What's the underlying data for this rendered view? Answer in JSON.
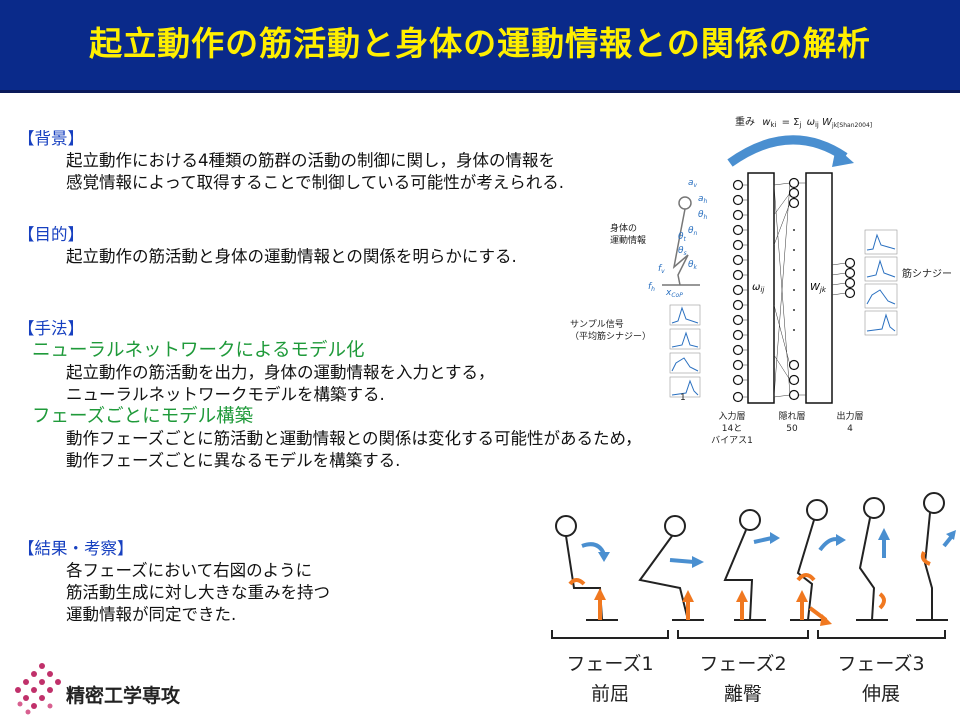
{
  "title": "起立動作の筋活動と身体の運動情報との関係の解析",
  "background": {
    "heading": "【背景】",
    "lines": [
      "起立動作における4種類の筋群の活動の制御に関し，身体の情報を",
      "感覚情報によって取得することで制御している可能性が考えられる."
    ]
  },
  "purpose": {
    "heading": "【目的】",
    "lines": [
      "起立動作の筋活動と身体の運動情報との関係を明らかにする."
    ]
  },
  "method": {
    "heading": "【手法】",
    "sub1": "ニューラルネットワークによるモデル化",
    "sub1_lines": [
      "起立動作の筋活動を出力，身体の運動情報を入力とする，",
      "ニューラルネットワークモデルを構築する."
    ],
    "sub2": "フェーズごとにモデル構築",
    "sub2_lines": [
      "動作フェーズごとに筋活動と運動情報との関係は変化する可能性があるため，",
      "動作フェーズごとに異なるモデルを構築する."
    ]
  },
  "result": {
    "heading": "【結果・考察】",
    "lines": [
      "各フェーズにおいて右図のように",
      "筋活動生成に対し大きな重みを持つ",
      "運動情報が同定できた."
    ]
  },
  "network": {
    "weight_label": "重み",
    "weight_formula": "w",
    "weight_sub": "ki",
    "weight_eq": "= Σ",
    "weight_j": "j",
    "weight_omega": "ω",
    "weight_omega_sub": "ij",
    "weight_W": "W",
    "weight_W_sub": "jk",
    "weight_ref": "[Shan2004]",
    "body_info": [
      "身体の",
      "運動情報"
    ],
    "sample_signal": [
      "サンプル信号",
      "（平均筋シナジー）"
    ],
    "bias_one": "1",
    "omega_label": "ω",
    "omega_sub": "ij",
    "W_label": "W",
    "W_sub": "jk",
    "muscle_synergy": "筋シナジー",
    "input_layer": [
      "入力層",
      "14と",
      "バイアス1"
    ],
    "hidden_layer": [
      "隠れ層",
      "50"
    ],
    "output_layer": [
      "出力層",
      "4"
    ],
    "input_vars": [
      "a",
      "a",
      "θ",
      "θ",
      "θ",
      "θ",
      "θ",
      "f",
      "f",
      "x"
    ],
    "input_subs": [
      "v",
      "h",
      "h",
      "n",
      "t",
      "s",
      "k",
      "v",
      "h",
      "CoP"
    ]
  },
  "phases": [
    {
      "name": "フェーズ1",
      "label": "前屈"
    },
    {
      "name": "フェーズ2",
      "label": "離臀"
    },
    {
      "name": "フェーズ3",
      "label": "伸展"
    }
  ],
  "logo": {
    "text": "精密工学専攻"
  },
  "colors": {
    "title_bg": "#0a2a8a",
    "title_fg": "#ffef00",
    "heading": "#1740c0",
    "sub": "#1f9a3a",
    "orange": "#f07820",
    "blue_arrow": "#4a8fd0",
    "logo": "#c0306a"
  }
}
